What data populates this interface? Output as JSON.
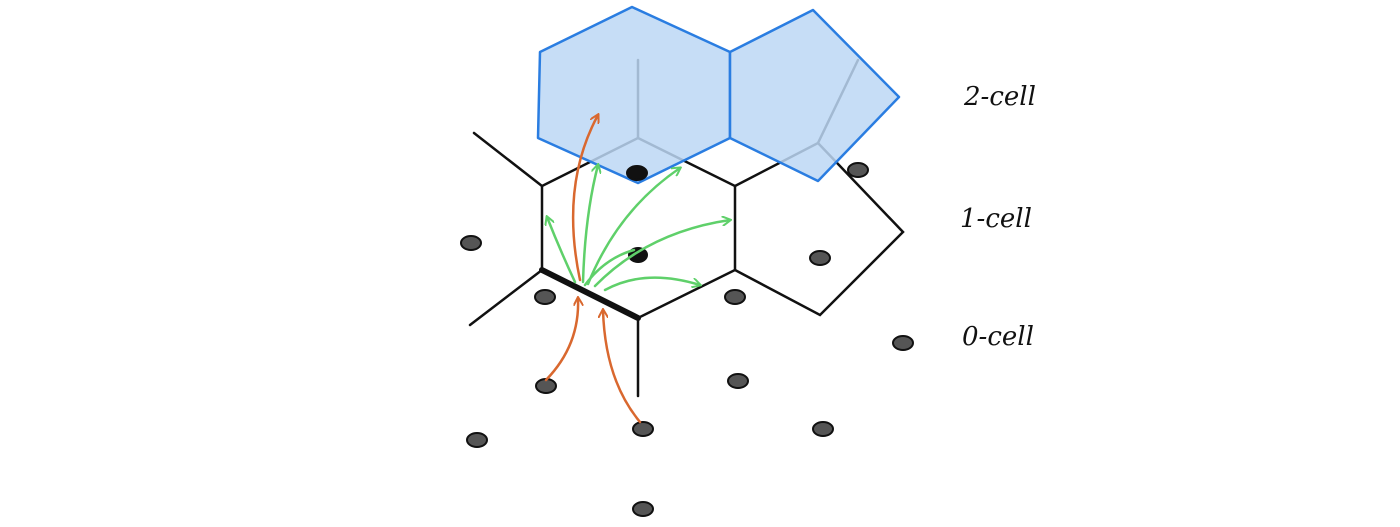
{
  "labels": {
    "two_cell": "2-cell",
    "one_cell": "1-cell",
    "zero_cell": "0-cell"
  },
  "colors": {
    "background": "#ffffff",
    "edge": "#111111",
    "face_fill": "#bcd7f5",
    "face_stroke": "#2a7de1",
    "vertex_fill": "#555555",
    "vertex_stroke": "#111111",
    "arrow_green": "#5fd06a",
    "arrow_orange": "#d9682f"
  }
}
